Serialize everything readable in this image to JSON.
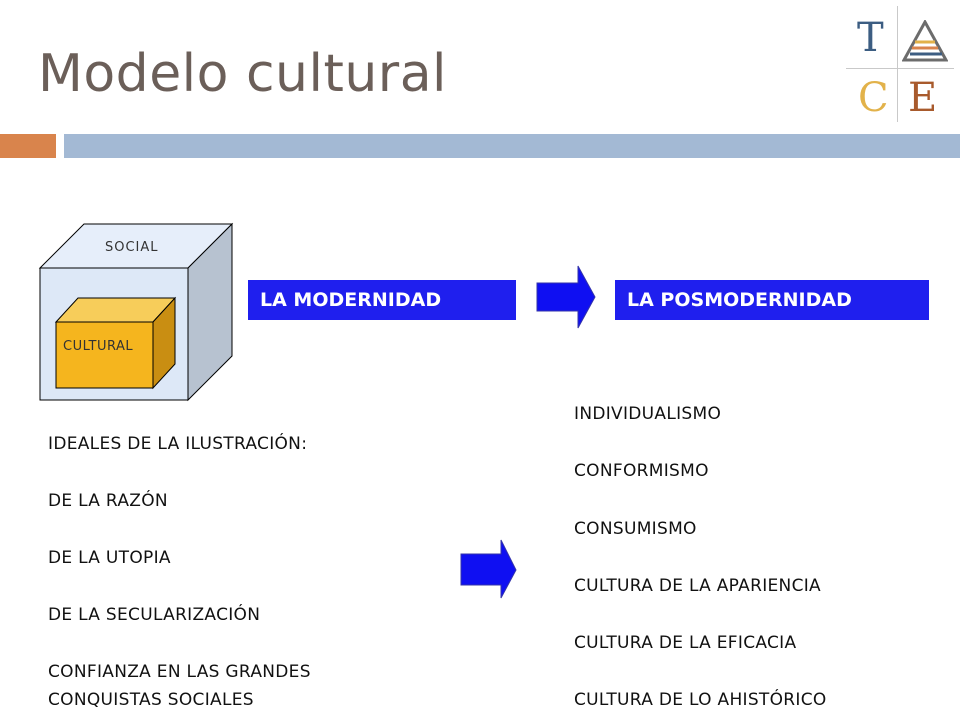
{
  "title": "Modelo cultural",
  "logo": {
    "t": "T",
    "c": "C",
    "e": "E"
  },
  "cube": {
    "outer_label": "SOCIAL",
    "inner_label": "CULTURAL"
  },
  "modernidad": "LA MODERNIDAD",
  "posmodernidad": "LA POSMODERNIDAD",
  "left_list": {
    "heading": "IDEALES  DE  LA    ILUSTRACIÓN:",
    "items": [
      "DE LA RAZÓN",
      "DE  LA  UTOPIA",
      "DE  LA  SECULARIZACIÓN",
      "CONFIANZA  EN  LAS  GRANDES",
      "CONQUISTAS  SOCIALES"
    ]
  },
  "right_list": {
    "items": [
      "INDIVIDUALISMO",
      "CONFORMISMO",
      "CONSUMISMO",
      "CULTURA DE LA APARIENCIA",
      "CULTURA DE LA  EFICACIA",
      "CULTURA DE  LO AHISTÓRICO"
    ]
  },
  "colors": {
    "title": "#6b5f59",
    "accent_orange": "#d9844c",
    "accent_blue": "#a3b9d4",
    "label_blue": "#1f1fee",
    "cube_gold": "#f5b51e"
  }
}
